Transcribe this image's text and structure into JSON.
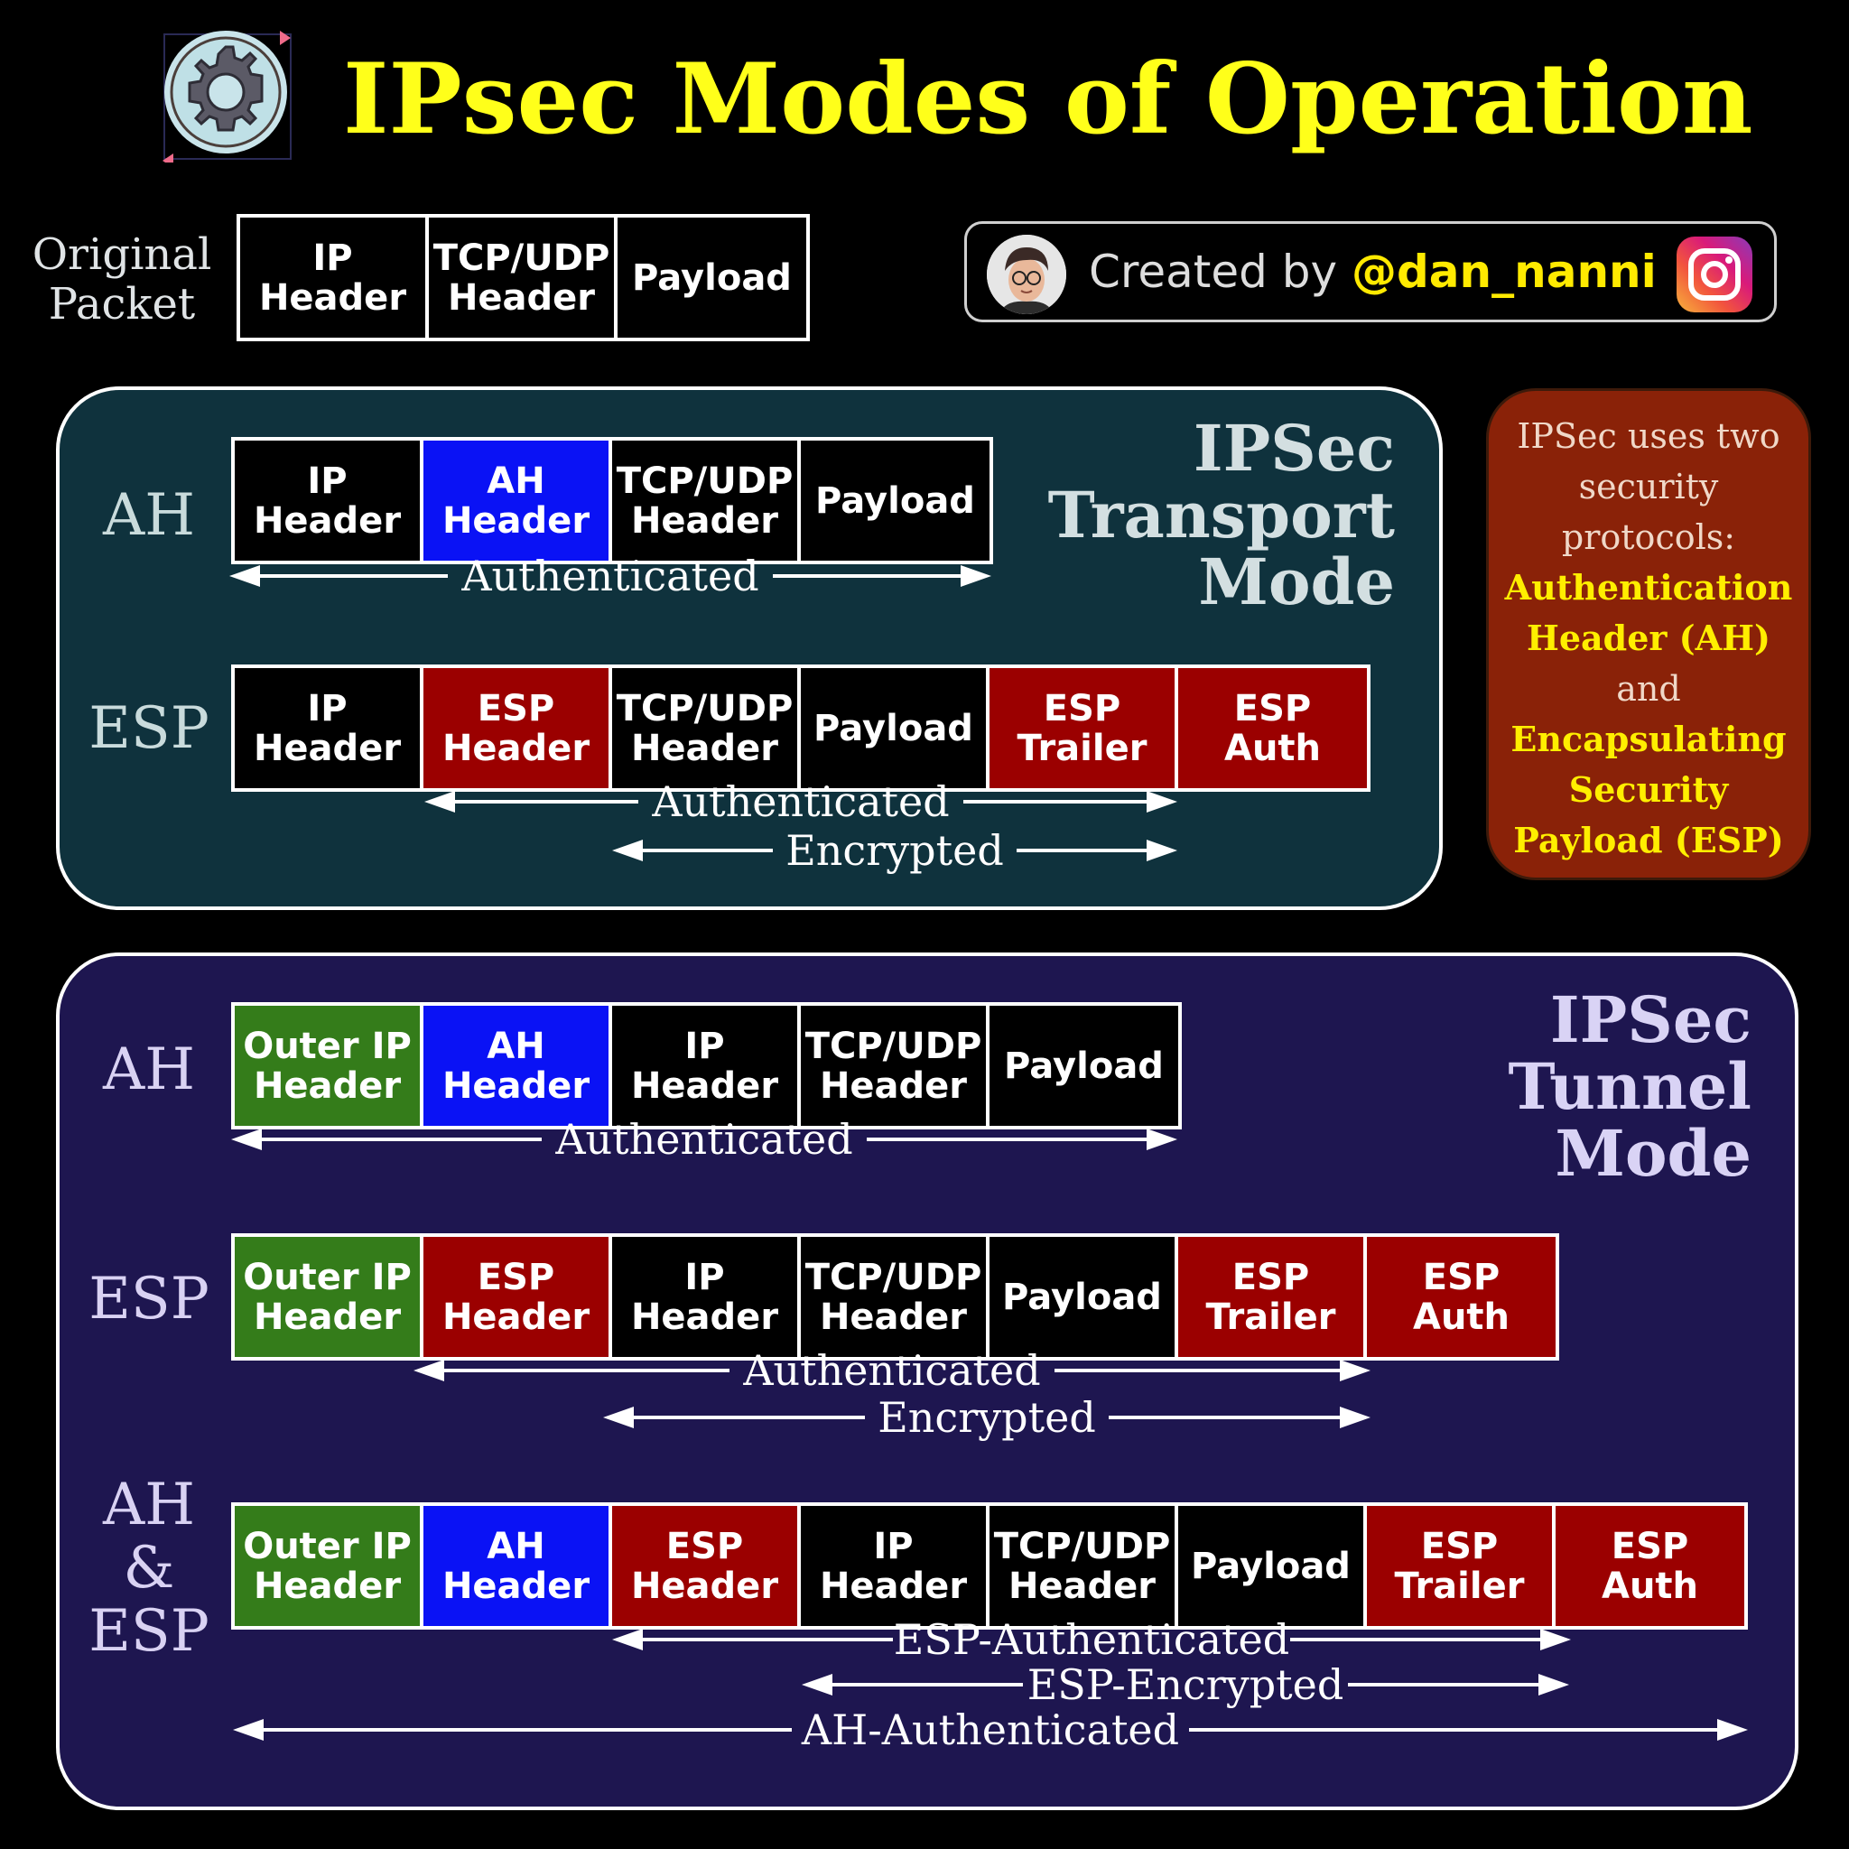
{
  "title": "IPsec Modes of Operation",
  "original_packet": {
    "label": "Original\nPacket",
    "cells": [
      "IP\nHeader",
      "TCP/UDP\nHeader",
      "Payload"
    ]
  },
  "credit": {
    "prefix": "Created by ",
    "handle": "@dan_nanni",
    "icon": "instagram-icon"
  },
  "info": {
    "lines": [
      {
        "text": "IPSec uses two",
        "style": "w"
      },
      {
        "text": "security",
        "style": "w"
      },
      {
        "text": "protocols:",
        "style": "w"
      },
      {
        "text": "Authentication",
        "style": "y"
      },
      {
        "text": "Header (AH)",
        "style": "y"
      },
      {
        "text": "and",
        "style": "w"
      },
      {
        "text": "Encapsulating",
        "style": "y"
      },
      {
        "text": "Security",
        "style": "y"
      },
      {
        "text": "Payload (ESP)",
        "style": "y"
      }
    ]
  },
  "transport": {
    "title": "IPSec\nTransport\nMode",
    "ah": {
      "label": "AH",
      "cells": [
        {
          "text": "IP\nHeader",
          "color": "black"
        },
        {
          "text": "AH\nHeader",
          "color": "blue"
        },
        {
          "text": "TCP/UDP\nHeader",
          "color": "black"
        },
        {
          "text": "Payload",
          "color": "black"
        }
      ],
      "arrows": [
        {
          "label": "Authenticated"
        }
      ]
    },
    "esp": {
      "label": "ESP",
      "cells": [
        {
          "text": "IP\nHeader",
          "color": "black"
        },
        {
          "text": "ESP\nHeader",
          "color": "red"
        },
        {
          "text": "TCP/UDP\nHeader",
          "color": "black"
        },
        {
          "text": "Payload",
          "color": "black"
        },
        {
          "text": "ESP\nTrailer",
          "color": "red"
        },
        {
          "text": "ESP\nAuth",
          "color": "red"
        }
      ],
      "arrows": [
        {
          "label": "Authenticated"
        },
        {
          "label": "Encrypted"
        }
      ]
    }
  },
  "tunnel": {
    "title": "IPSec\nTunnel\nMode",
    "ah": {
      "label": "AH",
      "cells": [
        {
          "text": "Outer IP\nHeader",
          "color": "green"
        },
        {
          "text": "AH\nHeader",
          "color": "blue"
        },
        {
          "text": "IP\nHeader",
          "color": "black"
        },
        {
          "text": "TCP/UDP\nHeader",
          "color": "black"
        },
        {
          "text": "Payload",
          "color": "black"
        }
      ],
      "arrows": [
        {
          "label": "Authenticated"
        }
      ]
    },
    "esp": {
      "label": "ESP",
      "cells": [
        {
          "text": "Outer IP\nHeader",
          "color": "green"
        },
        {
          "text": "ESP\nHeader",
          "color": "red"
        },
        {
          "text": "IP\nHeader",
          "color": "black"
        },
        {
          "text": "TCP/UDP\nHeader",
          "color": "black"
        },
        {
          "text": "Payload",
          "color": "black"
        },
        {
          "text": "ESP\nTrailer",
          "color": "red"
        },
        {
          "text": "ESP\nAuth",
          "color": "red"
        }
      ],
      "arrows": [
        {
          "label": "Authenticated"
        },
        {
          "label": "Encrypted"
        }
      ]
    },
    "ahesp": {
      "label": "AH\n&\nESP",
      "cells": [
        {
          "text": "Outer IP\nHeader",
          "color": "green"
        },
        {
          "text": "AH\nHeader",
          "color": "blue"
        },
        {
          "text": "ESP\nHeader",
          "color": "red"
        },
        {
          "text": "IP\nHeader",
          "color": "black"
        },
        {
          "text": "TCP/UDP\nHeader",
          "color": "black"
        },
        {
          "text": "Payload",
          "color": "black"
        },
        {
          "text": "ESP\nTrailer",
          "color": "red"
        },
        {
          "text": "ESP\nAuth",
          "color": "red"
        }
      ],
      "arrows": [
        {
          "label": "ESP-Authenticated"
        },
        {
          "label": "ESP-Encrypted"
        },
        {
          "label": "AH-Authenticated"
        }
      ]
    }
  },
  "colors": {
    "title": "#ffff1a",
    "transport_bg": "#0f323d",
    "tunnel_bg": "#1e1650",
    "info_bg": "#8a2208",
    "ah_blue": "#0a12f5",
    "esp_red": "#9b0000",
    "outer_green": "#347c1a"
  }
}
